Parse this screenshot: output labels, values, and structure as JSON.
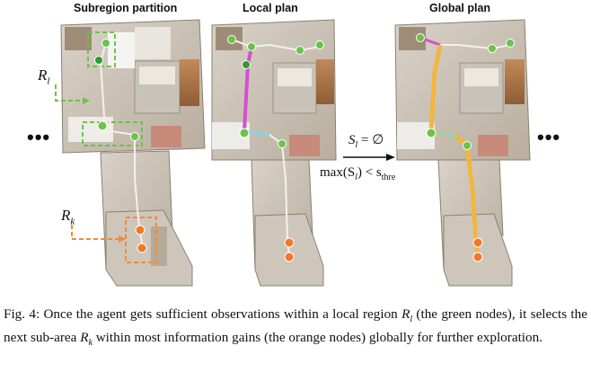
{
  "panels": {
    "subregion_title": "Subregion partition",
    "local_title": "Local plan",
    "global_title": "Global plan"
  },
  "labels": {
    "rl_main": "R",
    "rl_sub": "l",
    "rk_main": "R",
    "rk_sub": "k",
    "ellipsis_left": "•••",
    "ellipsis_right": "•••"
  },
  "transition": {
    "condition_top": "S",
    "condition_top_sub": "l",
    "condition_top_rest": " = ∅",
    "condition_bottom": "max(S",
    "condition_bottom_sub": "l",
    "condition_bottom_rest": ") < s",
    "condition_bottom_thre": "thre"
  },
  "caption": {
    "prefix": "Fig. 4: Once the agent gets sufficient observations within a local region ",
    "rl": "R",
    "rl_sub": "l",
    "middle": " (the green nodes), it selects the next sub-area ",
    "rk": "R",
    "rk_sub": "k",
    "suffix": " within most information gains (the orange nodes) globally for further exploration."
  },
  "colors": {
    "green_node": "#6cc24a",
    "orange_node": "#f07a2a",
    "green_dash": "#6cc24a",
    "orange_dash": "#f08a3c",
    "local_path": "#d64fd0",
    "global_path": "#f2b640",
    "cyan_path": "#7fd6e8"
  }
}
